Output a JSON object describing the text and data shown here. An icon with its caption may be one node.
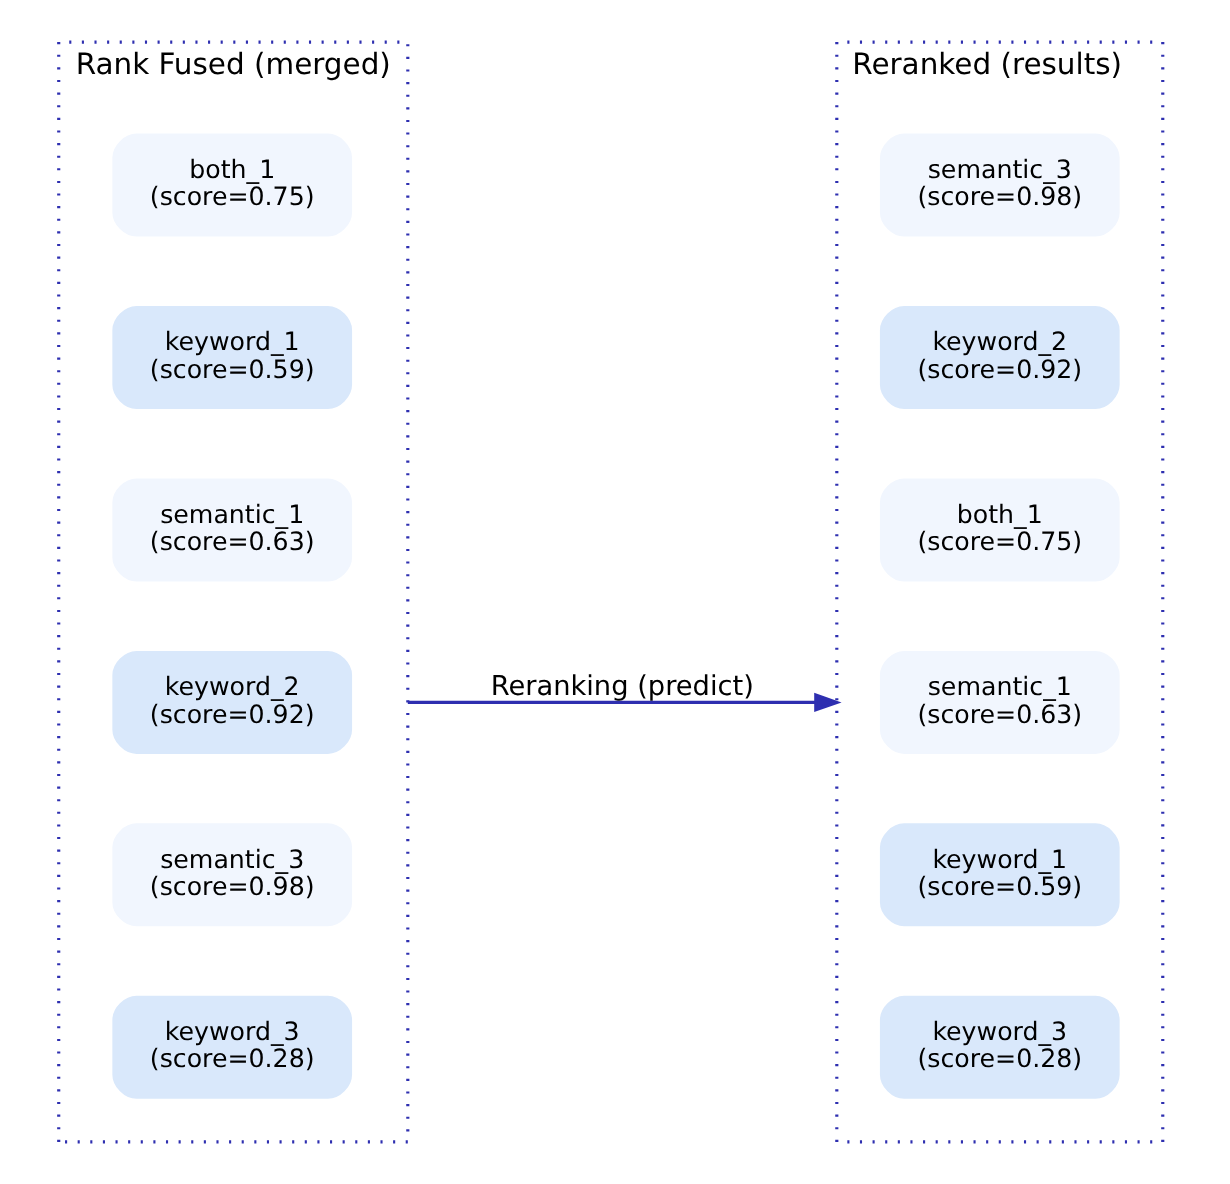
{
  "diagram": {
    "nodes": [
      {
        "text": [
          "Rank Fused (merged)"
        ]
      },
      {
        "text": [
          "both_1",
          "(score=0.75)"
        ],
        "in": 0
      },
      {
        "text": [
          "keyword_1",
          "(score=0.59)"
        ],
        "in": 0
      },
      {
        "text": [
          "semantic_1",
          "(score=0.63)"
        ],
        "in": 0
      },
      {
        "text": [
          "keyword_2",
          "(score=0.92)"
        ],
        "in": 0
      },
      {
        "text": [
          "semantic_3",
          "(score=0.98)"
        ],
        "in": 0
      },
      {
        "text": [
          "keyword_3",
          "(score=0.28)"
        ],
        "in": 0
      },
      {
        "text": [
          "Reranked (results)"
        ]
      },
      {
        "text": [
          "semantic_3",
          "(score=0.98)"
        ],
        "in": 7
      },
      {
        "text": [
          "keyword_2",
          "(score=0.92)"
        ],
        "in": 7
      },
      {
        "text": [
          "both_1",
          "(score=0.75)"
        ],
        "in": 7
      },
      {
        "text": [
          "semantic_1",
          "(score=0.63)"
        ],
        "in": 7
      },
      {
        "text": [
          "keyword_1",
          "(score=0.59)"
        ],
        "in": 7
      },
      {
        "text": [
          "keyword_3",
          "(score=0.28)"
        ],
        "in": 7
      }
    ],
    "edges": [
      {
        "from": 0,
        "to": 7,
        "arrow": "to",
        "label": "Reranking (predict)"
      }
    ]
  }
}
